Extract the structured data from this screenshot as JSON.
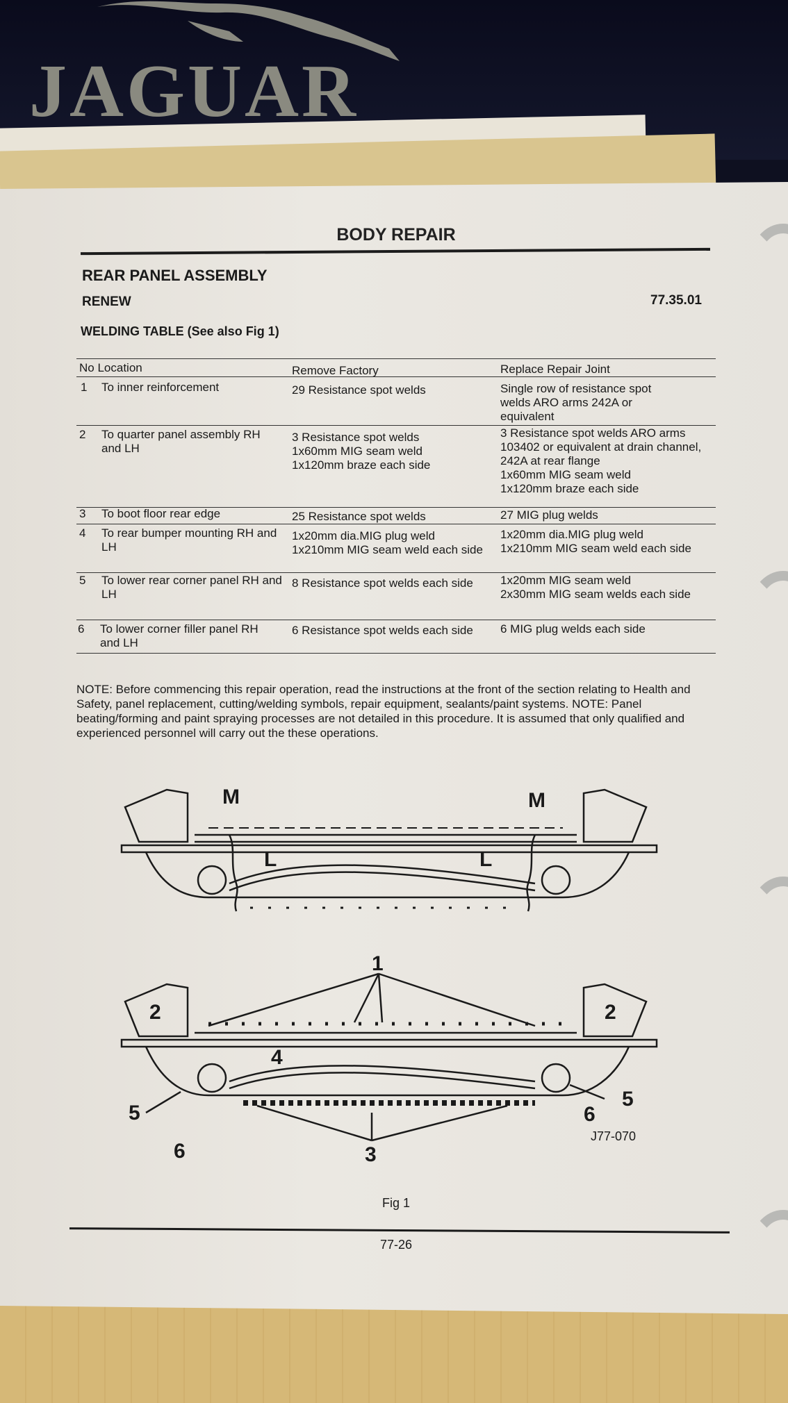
{
  "cover": {
    "brand": "JAGUAR"
  },
  "page": {
    "section_title": "BODY REPAIR",
    "heading": "REAR PANEL ASSEMBLY",
    "subheading": "RENEW",
    "operation_number": "77.35.01",
    "table_title": "WELDING TABLE (See also Fig 1)",
    "table": {
      "headers": [
        "No Location",
        "Remove Factory",
        "Replace Repair Joint"
      ],
      "rows": [
        {
          "no": "1",
          "location": "To inner reinforcement",
          "remove": "29 Resistance spot welds",
          "replace": "Single row of resistance spot welds ARO arms 242A or equivalent"
        },
        {
          "no": "2",
          "location": "To quarter panel assembly RH and LH",
          "remove": "3 Resistance spot welds\n1x60mm MIG seam weld\n1x120mm braze each side",
          "replace": "3 Resistance spot welds ARO arms 103402 or equivalent at drain channel, 242A at rear flange\n1x60mm MIG seam weld\n1x120mm braze each side"
        },
        {
          "no": "3",
          "location": "To boot floor rear edge",
          "remove": "25 Resistance spot welds",
          "replace": "27 MIG plug welds"
        },
        {
          "no": "4",
          "location": "To rear bumper mounting RH and LH",
          "remove": "1x20mm dia.MIG plug weld\n1x210mm MIG seam weld each side",
          "replace": "1x20mm dia.MIG plug weld\n1x210mm MIG seam weld each side"
        },
        {
          "no": "5",
          "location": "To lower rear corner panel RH and LH",
          "remove": "8 Resistance spot welds each side",
          "replace": "1x20mm MIG seam weld\n2x30mm MIG seam welds each side"
        },
        {
          "no": "6",
          "location": "To lower corner filler panel RH and LH",
          "remove": "6 Resistance spot welds each side",
          "replace": "6 MIG plug welds each side"
        }
      ]
    },
    "note": "NOTE: Before commencing this repair operation, read the instructions at the front of the section relating to Health and Safety, panel replacement, cutting/welding symbols, repair equipment, sealants/paint systems. NOTE: Panel beating/forming and paint spraying processes are not detailed in this procedure. It is assumed that only qualified and experienced personnel will carry out the these operations.",
    "figure": {
      "labels_top": [
        "M",
        "M",
        "L",
        "L"
      ],
      "labels_bottom": [
        "1",
        "2",
        "2",
        "4",
        "5",
        "5",
        "6",
        "6",
        "3"
      ],
      "drawing_code": "J77-070",
      "caption": "Fig 1"
    },
    "page_number": "77-26"
  }
}
